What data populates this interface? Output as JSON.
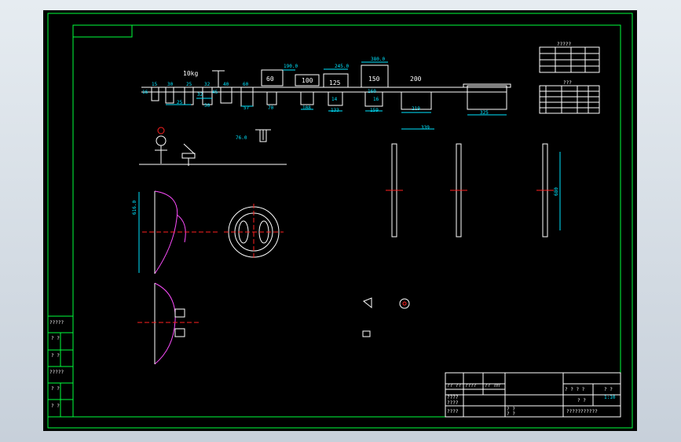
{
  "drawing": {
    "size_labels": [
      "60",
      "100",
      "125",
      "150",
      "200"
    ],
    "top_dims": [
      "190.0",
      "245.0",
      "380.0"
    ],
    "weight_label": "10kg",
    "small_dims_top": [
      "15",
      "30",
      "25",
      "32",
      "40",
      "60"
    ],
    "small_dims_bottom": [
      "16",
      "25",
      "50",
      "32",
      "45",
      "57",
      "70",
      "108",
      "133",
      "159",
      "219",
      "339",
      "325"
    ],
    "mid_dims": [
      "160",
      "14",
      "16",
      "76.0"
    ],
    "left_view_dim": "616.0",
    "right_view_dim": "680"
  },
  "left_panel": {
    "cells": [
      "?????",
      "? ?",
      "? ?",
      "?????",
      "? ?",
      "? ?"
    ]
  },
  "tables": {
    "table1_title": "?????",
    "table2_title": "???"
  },
  "title_block": {
    "header_cells": [
      "?? ??",
      "????",
      "?? ??",
      "??"
    ],
    "rows": [
      "????",
      "????",
      "????"
    ],
    "right_cells": [
      "? ? ? ?",
      "? ?",
      "1:10"
    ],
    "bottom_cells": [
      "? ?",
      "? ?",
      "? ?"
    ],
    "drawing_name": "???????????"
  },
  "colors": {
    "frame": "#00ff3c",
    "dimension": "#00e5ff",
    "outline": "#ffffff",
    "centerline": "#ff2020",
    "hatch": "#ff4dff"
  }
}
